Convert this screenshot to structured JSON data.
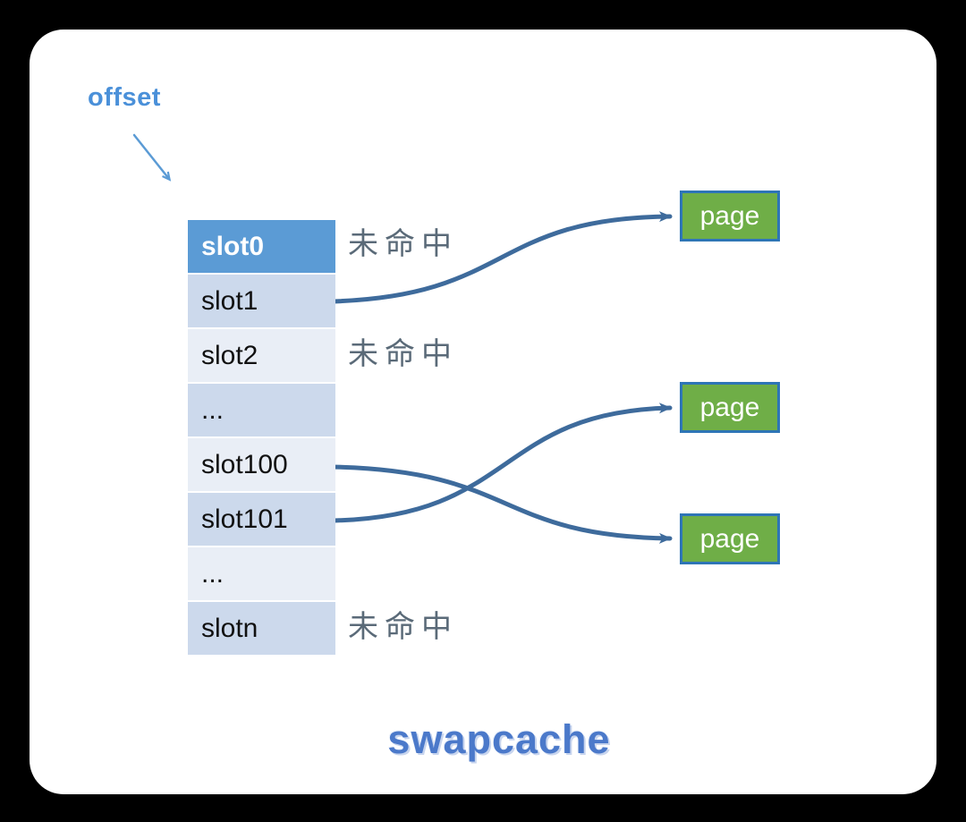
{
  "diagram": {
    "offset_label": "offset",
    "title": "swapcache",
    "slot_table": {
      "rows": [
        {
          "label": "slot0",
          "status": "未命中",
          "highlighted": true
        },
        {
          "label": "slot1"
        },
        {
          "label": "slot2",
          "status": "未命中"
        },
        {
          "label": "..."
        },
        {
          "label": "slot100"
        },
        {
          "label": "slot101"
        },
        {
          "label": "..."
        },
        {
          "label": "slotn",
          "status": "未命中"
        }
      ]
    },
    "pages": [
      {
        "label": "page"
      },
      {
        "label": "page"
      },
      {
        "label": "page"
      }
    ],
    "connections": [
      {
        "from": "slot1",
        "to": "page-1"
      },
      {
        "from": "slot100",
        "to": "page-3"
      },
      {
        "from": "slot101",
        "to": "page-2"
      },
      {
        "from": "offset-label",
        "to": "slot-table"
      }
    ]
  },
  "colors": {
    "canvas": "#000000",
    "card": "#ffffff",
    "slot_highlight": "#5b9bd5",
    "row_medium": "#ccd9ec",
    "row_light": "#e9eef6",
    "page_green": "#6fae47",
    "page_border": "#2e75b6",
    "arrow": "#3e6b9c",
    "offset_arrow": "#5b9bd5",
    "offset_blue": "#4a90d9",
    "title_blue": "#4b79ca",
    "miss_gray": "#5a6a78"
  }
}
